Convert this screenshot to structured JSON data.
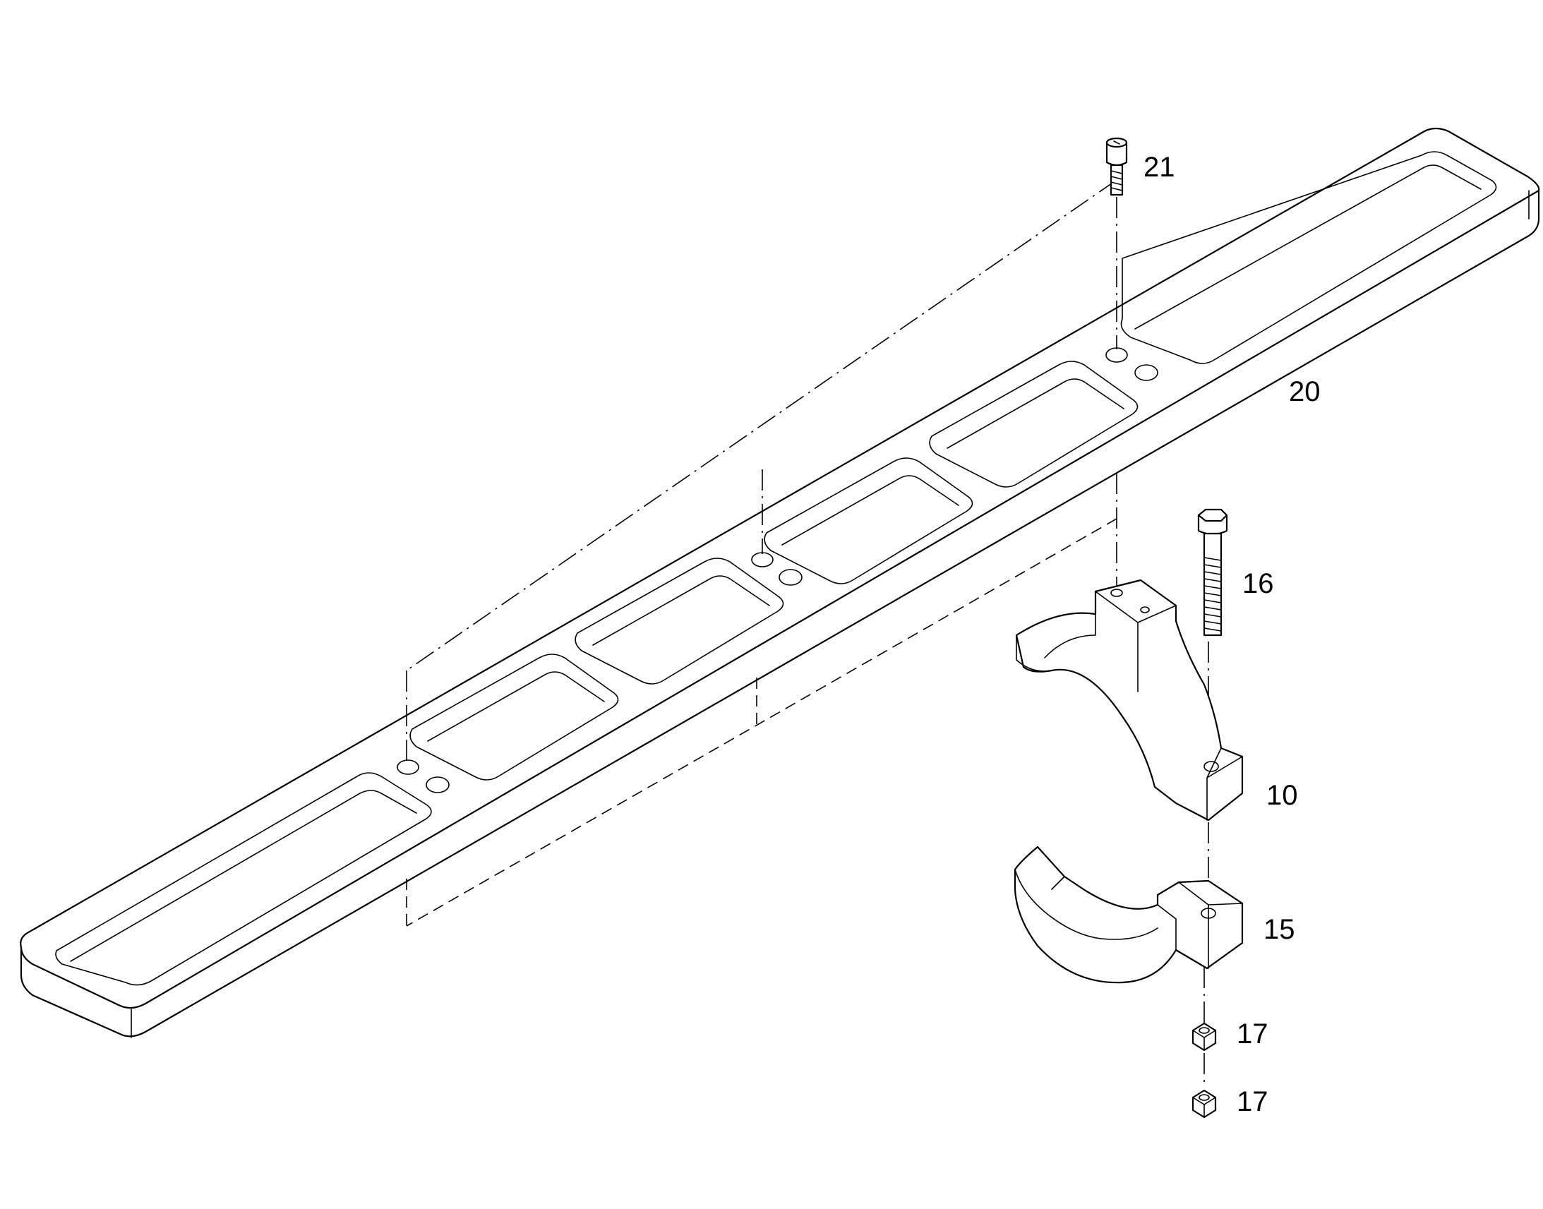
{
  "callouts": [
    {
      "id": "frame",
      "label": "20"
    },
    {
      "id": "socket-screw",
      "label": "21"
    },
    {
      "id": "hex-bolt",
      "label": "16"
    },
    {
      "id": "upper-clamp",
      "label": "10"
    },
    {
      "id": "lower-clamp",
      "label": "15"
    },
    {
      "id": "nut-1",
      "label": "17"
    },
    {
      "id": "nut-2",
      "label": "17"
    }
  ]
}
